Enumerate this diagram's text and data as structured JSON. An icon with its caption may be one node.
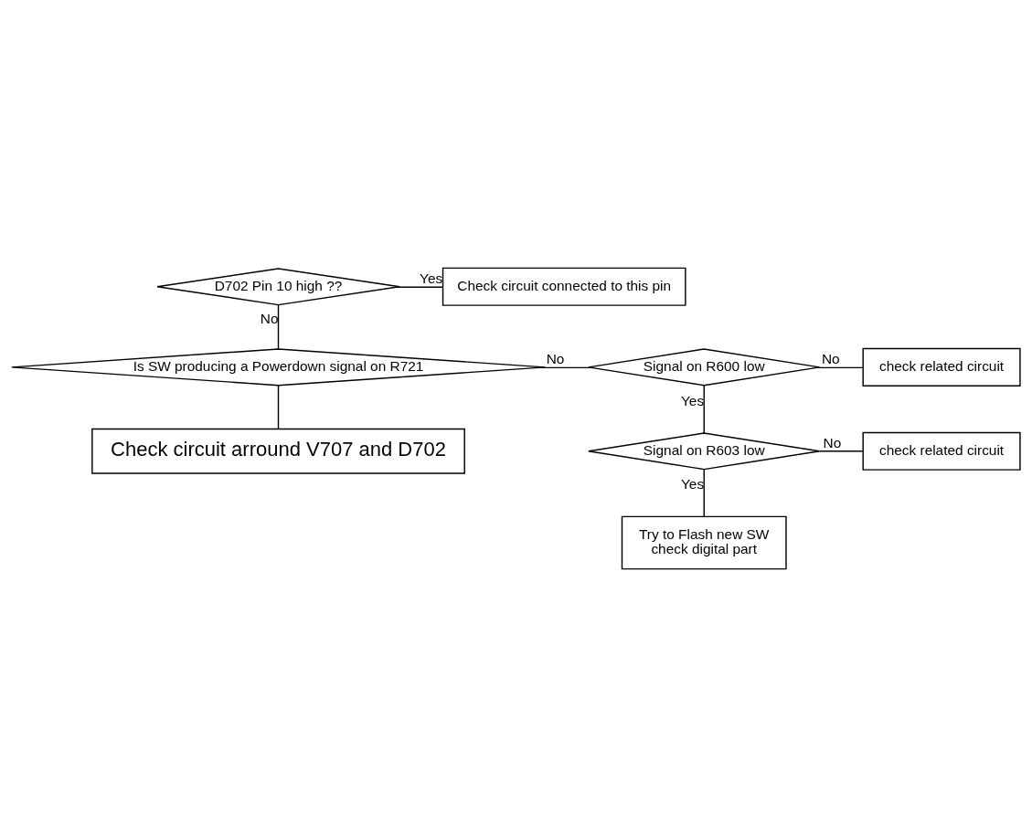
{
  "diagram": {
    "nodes": [
      {
        "text": [
          "D702 Pin 10 high ??"
        ]
      },
      {
        "text": [
          "Check circuit connected to this pin"
        ]
      },
      {
        "text": [
          "Is SW producing a Powerdown signal on R721"
        ]
      },
      {
        "text": [
          "Signal on R600 low"
        ]
      },
      {
        "text": [
          "check related circuit"
        ]
      },
      {
        "text": [
          "Signal on R603 low"
        ]
      },
      {
        "text": [
          "check related circuit"
        ]
      },
      {
        "text": [
          "Check circuit arround V707 and D702"
        ]
      },
      {
        "text": [
          "Try to Flash new SW",
          "check digital part"
        ]
      }
    ],
    "edges": [
      {
        "from": 0,
        "to": 1,
        "arrow": "none",
        "label": "Yes"
      },
      {
        "from": 0,
        "to": 2,
        "arrow": "none",
        "label": "No"
      },
      {
        "from": 2,
        "to": 3,
        "arrow": "none",
        "label": "No"
      },
      {
        "from": 3,
        "to": 4,
        "arrow": "none",
        "label": "No"
      },
      {
        "from": 3,
        "to": 5,
        "arrow": "none",
        "label": "Yes"
      },
      {
        "from": 5,
        "to": 6,
        "arrow": "none",
        "label": "No"
      },
      {
        "from": 2,
        "to": 7,
        "arrow": "none"
      },
      {
        "from": 5,
        "to": 8,
        "arrow": "none",
        "label": "Yes"
      }
    ]
  }
}
